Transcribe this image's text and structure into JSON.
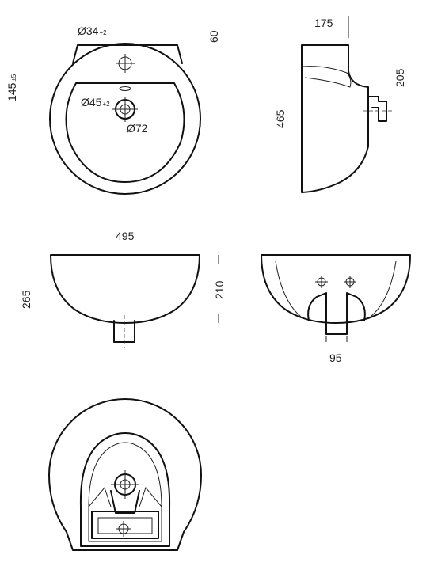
{
  "dimensions": {
    "top_view_tap_hole": {
      "symbol": "Ø",
      "value": "34",
      "tolerance": "+2"
    },
    "top_view_tap_height": "60",
    "top_view_height": {
      "value": "145",
      "tolerance": "±5"
    },
    "top_view_waste": {
      "symbol": "Ø",
      "value": "45",
      "tolerance": "+2"
    },
    "top_view_bowl": {
      "symbol": "Ø",
      "value": "72"
    },
    "side_view_top": "175",
    "side_view_depth": "465",
    "side_view_waste_height": "205",
    "front_width": "495",
    "front_height": "265",
    "front_height_inner": "210",
    "rear_outlet_width": "95"
  }
}
